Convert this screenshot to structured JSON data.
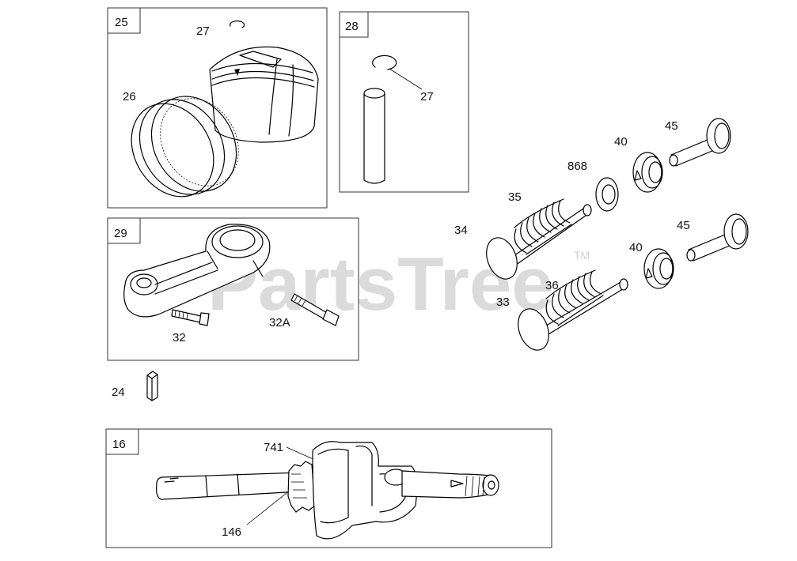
{
  "watermark": {
    "text": "PartsTree",
    "trademark": "TM"
  },
  "callouts": {
    "c25": "25",
    "c27a": "27",
    "c26": "26",
    "c28": "28",
    "c27b": "27",
    "c29": "29",
    "c32": "32",
    "c32a": "32A",
    "c24": "24",
    "c16": "16",
    "c741": "741",
    "c146": "146",
    "c45a": "45",
    "c40a": "40",
    "c868": "868",
    "c35": "35",
    "c34": "34",
    "c45b": "45",
    "c40b": "40",
    "c36": "36",
    "c33": "33"
  }
}
